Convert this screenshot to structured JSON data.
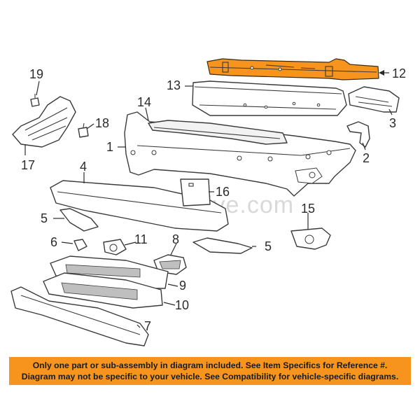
{
  "watermark": "Partomotive.com",
  "callouts": {
    "c1": "1",
    "c2": "2",
    "c3": "3",
    "c4": "4",
    "c5a": "5",
    "c5b": "5",
    "c6": "6",
    "c7": "7",
    "c8": "8",
    "c9": "9",
    "c10": "10",
    "c11": "11",
    "c12": "12",
    "c13": "13",
    "c14": "14",
    "c15": "15",
    "c16": "16",
    "c17": "17",
    "c18": "18",
    "c19": "19"
  },
  "notice": {
    "line1": "Only one part or sub-assembly in diagram included. See Item Specifics for Reference #.",
    "line2": "Diagram may not be specific to your vehicle. See Compatibility for vehicle-specific diagrams."
  },
  "colors": {
    "highlight": "#f7941d",
    "banner": "#f7941d"
  }
}
